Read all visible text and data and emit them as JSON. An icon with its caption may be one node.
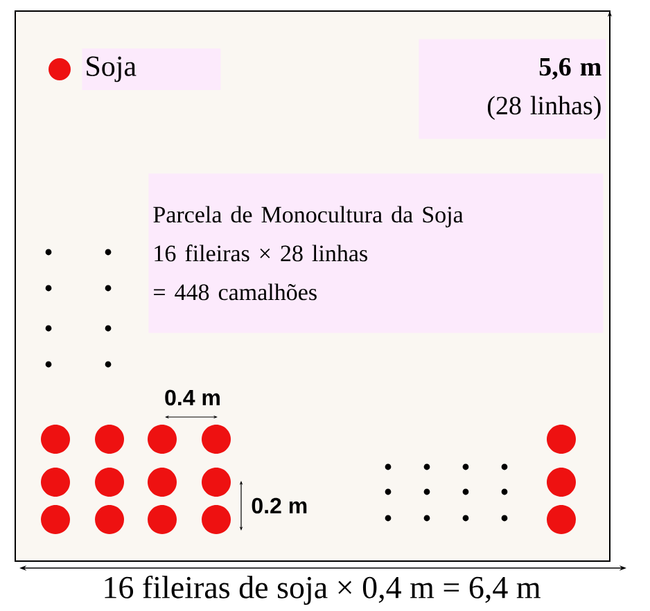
{
  "diagram": {
    "nodes": [
      {
        "text": [
          "5,6 m",
          "(28 linhas)"
        ]
      },
      {
        "text": [
          "Parcela de Monocultura da Soja",
          "16 fileiras × 28 linhas",
          "= 448 camalhões"
        ]
      }
    ],
    "labels": [
      "0.4 m",
      "0.2 m",
      "16 fileiras de soja × 0,4 m = 6,4 m"
    ],
    "legend": [
      {
        "text": "Soja",
        "color": "#ee1111"
      }
    ]
  }
}
